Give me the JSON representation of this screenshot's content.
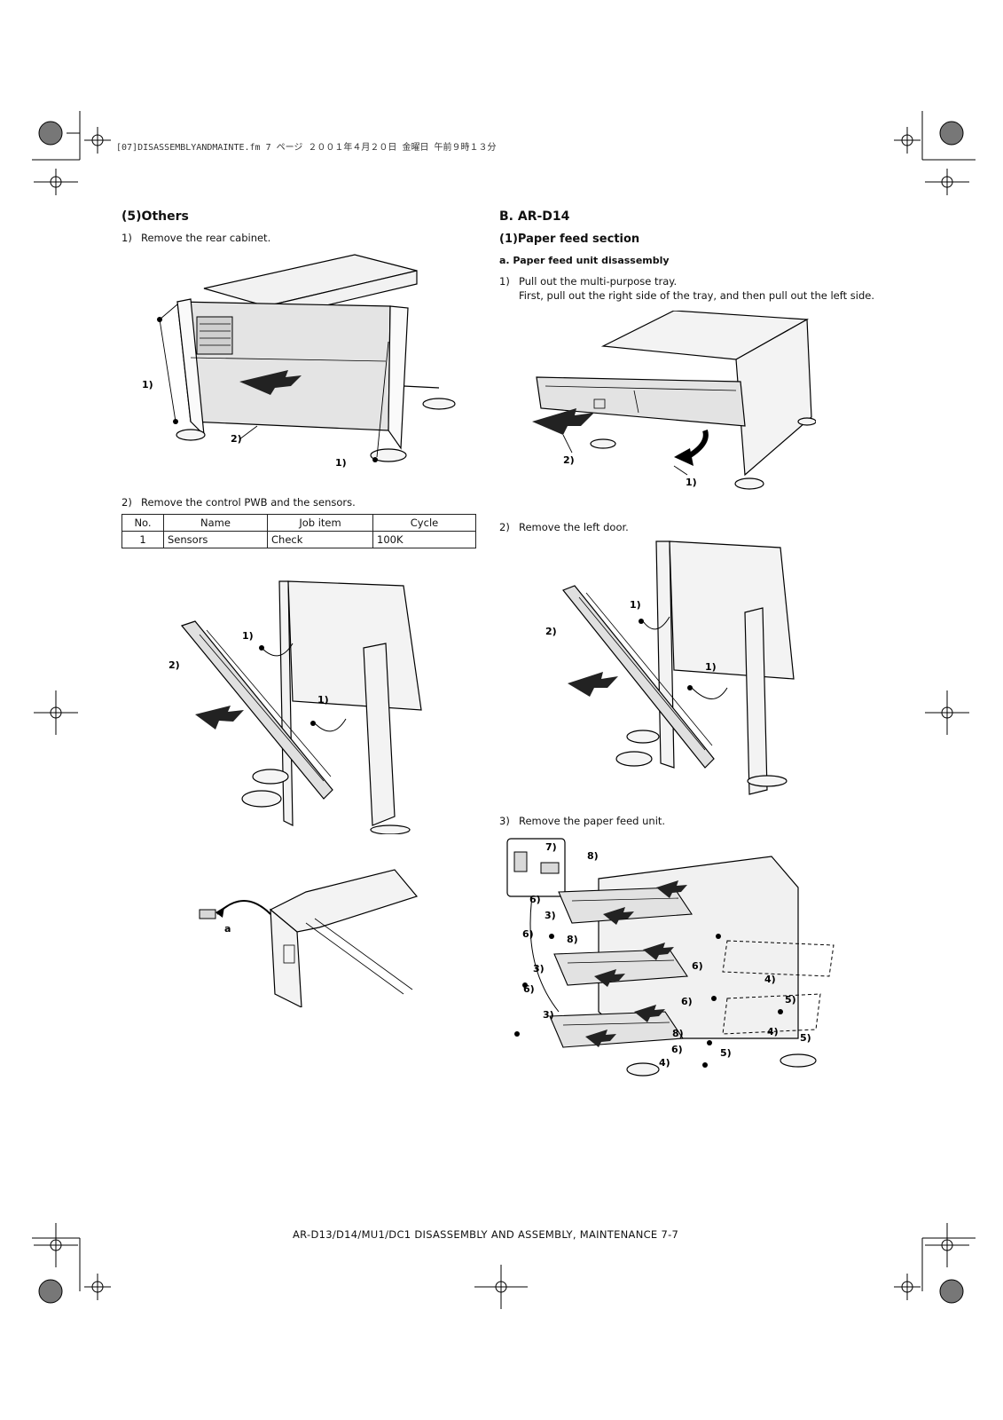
{
  "header_line": "[07]DISASSEMBLYANDMAINTE.fm  7 ページ  ２００１年４月２０日  金曜日  午前９時１３分",
  "left": {
    "section_title": "(5)Others",
    "step1": {
      "num": "1)",
      "text": "Remove the rear cabinet."
    },
    "fig1_callouts": [
      "1)",
      "2)",
      "1)"
    ],
    "step2": {
      "num": "2)",
      "text": "Remove the control PWB and the sensors."
    },
    "table": {
      "headers": [
        "No.",
        "Name",
        "Job item",
        "Cycle"
      ],
      "rows": [
        [
          "1",
          "Sensors",
          "Check",
          "100K"
        ]
      ]
    },
    "fig2_callouts": [
      "1)",
      "2)",
      "1)"
    ],
    "fig3_callouts": [
      "a"
    ]
  },
  "right": {
    "section_title": "B. AR-D14",
    "subsection_title": "(1)Paper feed section",
    "subsub_title": "a. Paper feed unit disassembly",
    "step1": {
      "num": "1)",
      "text": "Pull out the multi-purpose tray.",
      "text2": "First, pull out the right side of the tray, and then pull out the left side."
    },
    "fig1_callouts": [
      "2)",
      "1)"
    ],
    "step2": {
      "num": "2)",
      "text": "Remove the left door."
    },
    "fig2_callouts": [
      "1)",
      "2)",
      "1)"
    ],
    "step3": {
      "num": "3)",
      "text": "Remove the paper feed unit."
    },
    "fig3_callouts": [
      "7)",
      "8)",
      "6)",
      "3)",
      "8)",
      "6)",
      "3)",
      "6)",
      "4)",
      "5)",
      "6)",
      "3)",
      "6)",
      "8)",
      "4)",
      "5)",
      "6)",
      "4)",
      "5)"
    ]
  },
  "footer": "AR-D13/D14/MU1/DC1 DISASSEMBLY AND ASSEMBLY, MAINTENANCE 7-7"
}
